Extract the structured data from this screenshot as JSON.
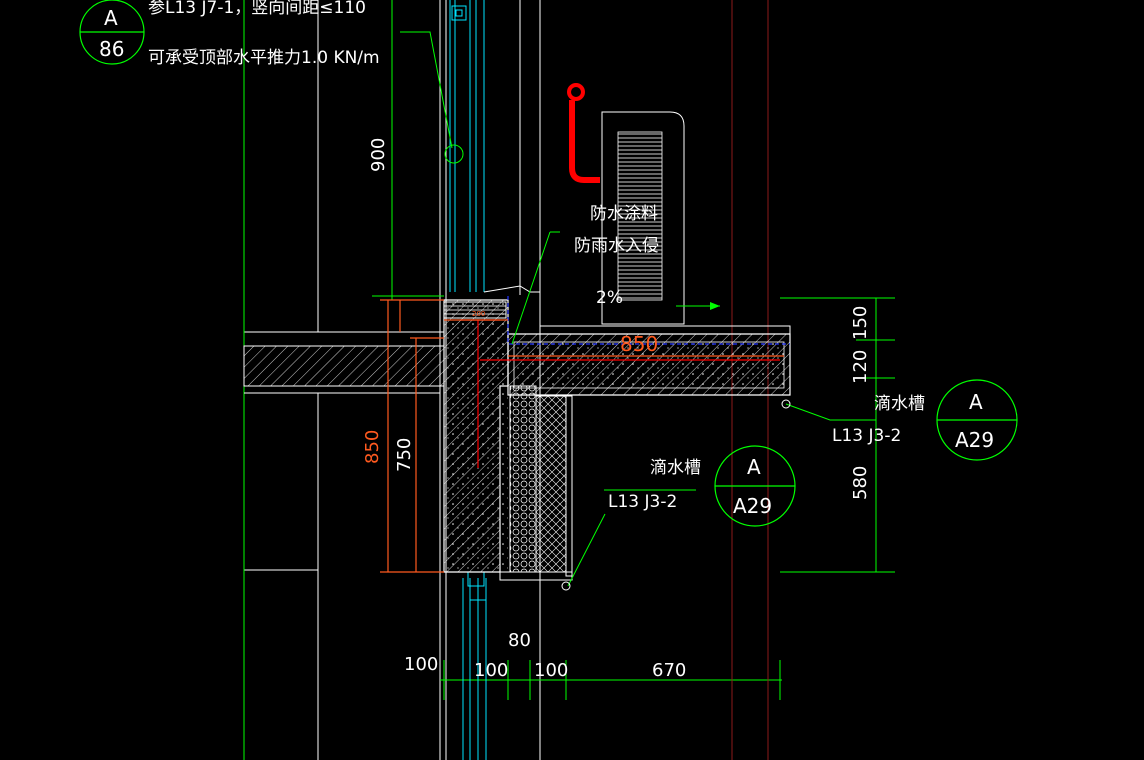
{
  "drawing": {
    "notes": {
      "top_line1": "参L13 J7-1，竖向间距≤110",
      "top_line2": "可承受顶部水平推力1.0 KN/m",
      "waterproof_coating": "防水涂料",
      "rain_intrusion": "防雨水入侵",
      "slope": "2%",
      "drip_groove_1": "滴水槽",
      "drip_ref_1": "L13 J3-2",
      "drip_groove_2": "滴水槽",
      "drip_ref_2": "L13 J3-2"
    },
    "bubbles": [
      {
        "top": "A",
        "bottom": "86"
      },
      {
        "top": "A",
        "bottom": "A29"
      },
      {
        "top": "A",
        "bottom": "A29"
      }
    ],
    "dimensions": {
      "v_900": "900",
      "v_850_orange": "850",
      "v_750": "750",
      "h_850_orange": "850",
      "r_150": "150",
      "r_120": "120",
      "r_580": "580",
      "b_80": "80",
      "b_100_left": "100",
      "b_100_a": "100",
      "b_100_b": "100",
      "b_670": "670"
    },
    "colors": {
      "green": "#00ff00",
      "cyan": "#00e5ff",
      "white": "#ffffff",
      "orange": "#ff5a1f",
      "red": "#ff0000",
      "darkred": "#8b1a1a",
      "blue": "#2233ff"
    }
  }
}
